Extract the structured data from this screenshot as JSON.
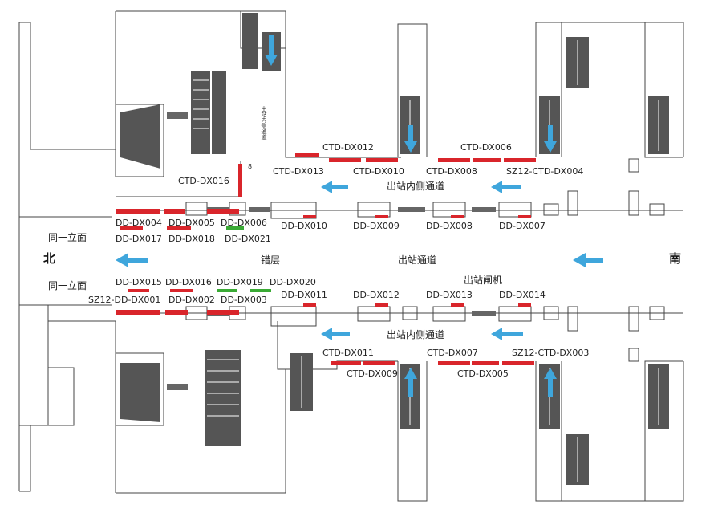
{
  "directions": {
    "north": "北",
    "south": "南"
  },
  "corridors": {
    "main": "出站通道",
    "inner_top": "出站内侧通道",
    "inner_bottom": "出站内侧通道",
    "inner_vertical": "出站内侧通道",
    "split_level": "错层",
    "gates": "出站闸机"
  },
  "same_level": {
    "upper": "同一立面",
    "lower": "同一立面"
  },
  "small_mark": "8",
  "codes": {
    "ctd_dx012": "CTD-DX012",
    "ctd_dx006": "CTD-DX006",
    "ctd_dx013": "CTD-DX013",
    "ctd_dx010": "CTD-DX010",
    "ctd_dx008": "CTD-DX008",
    "sz12_ctd_dx004": "SZ12-CTD-DX004",
    "ctd_dx016": "CTD-DX016",
    "dd_dx004": "DD-DX004",
    "dd_dx005": "DD-DX005",
    "dd_dx006": "DD-DX006",
    "dd_dx017": "DD-DX017",
    "dd_dx018": "DD-DX018",
    "dd_dx021": "DD-DX021",
    "dd_dx010": "DD-DX010",
    "dd_dx009": "DD-DX009",
    "dd_dx008": "DD-DX008",
    "dd_dx007": "DD-DX007",
    "dd_dx015": "DD-DX015",
    "dd_dx016": "DD-DX016",
    "dd_dx019": "DD-DX019",
    "dd_dx020": "DD-DX020",
    "sz12_dd_dx001": "SZ12-DD-DX001",
    "dd_dx002": "DD-DX002",
    "dd_dx003": "DD-DX003",
    "dd_dx011": "DD-DX011",
    "dd_dx012": "DD-DX012",
    "dd_dx013": "DD-DX013",
    "dd_dx014": "DD-DX014",
    "ctd_dx011": "CTD-DX011",
    "ctd_dx007": "CTD-DX007",
    "sz12_ctd_dx003": "SZ12-CTD-DX003",
    "ctd_dx009": "CTD-DX009",
    "ctd_dx005": "CTD-DX005"
  },
  "colors": {
    "wall": "#444444",
    "red_zone": "#d9252b",
    "green_zone": "#3aaa35",
    "arrow": "#3fa6dc",
    "escalator": "#555555"
  },
  "icons": {
    "flow_arrow": "arrow-left-icon",
    "up_down_arrow": "arrow-vertical-icon"
  }
}
